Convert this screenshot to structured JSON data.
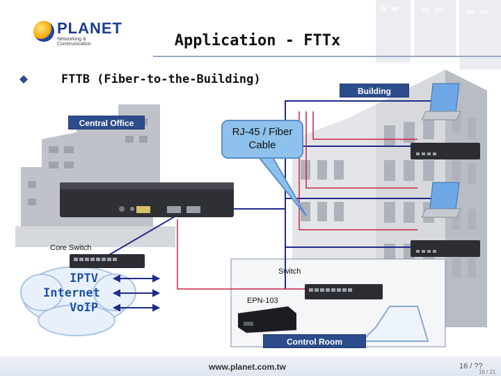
{
  "slide": {
    "title": "Application - FTTx",
    "bullet": "FTTB (Fiber-to-the-Building)",
    "logo": {
      "name": "PLANET",
      "tagline": "Networking & Communication"
    },
    "labels": {
      "building": "Building",
      "central_office": "Central Office",
      "control_room": "Control Room",
      "callout": "RJ-45 / Fiber Cable",
      "core_switch": "Core Switch",
      "switch": "Switch",
      "epn": "EPN-103"
    },
    "services": [
      "IPTV",
      "Internet",
      "VoIP"
    ],
    "footer": {
      "url": "www.planet.com.tw",
      "page": "16 / ??",
      "page_small": "16 / 21"
    }
  },
  "colors": {
    "label_bg": "#2c4c8c",
    "line_blue": "#1f2a8a",
    "line_red": "#cc2244",
    "callout": "#8ec1ec"
  }
}
